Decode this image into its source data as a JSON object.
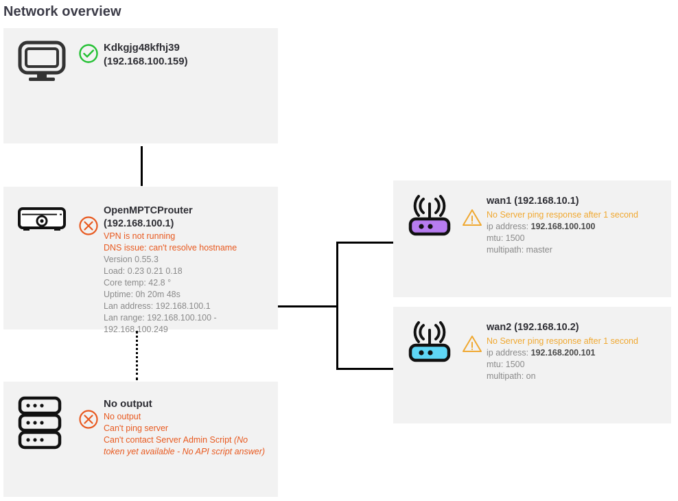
{
  "page": {
    "title": "Network overview"
  },
  "colors": {
    "panel_bg": "#f2f2f2",
    "ok": "#22c032",
    "error": "#e8591f",
    "warning": "#f0a830",
    "wan1_device": "#b77cf0",
    "wan2_device": "#5ed6f5",
    "text": "#8a8a8a",
    "heading": "#2d2d33"
  },
  "nodes": {
    "client": {
      "icon": "monitor-icon",
      "status_icon": "check-circle-icon",
      "status": "ok",
      "title_line1": "Kdkgjg48kfhj39",
      "title_line2": "(192.168.100.159)"
    },
    "router": {
      "icon": "modem-icon",
      "status_icon": "error-circle-icon",
      "status": "error",
      "title_line1": "OpenMPTCProuter",
      "title_line2": "(192.168.100.1)",
      "lines": [
        {
          "text": "VPN is not running",
          "style": "err"
        },
        {
          "text": "DNS issue: can't resolve hostname",
          "style": "err"
        },
        {
          "text": "Version 0.55.3",
          "style": "info"
        },
        {
          "text": "Load: 0.23 0.21 0.18",
          "style": "info"
        },
        {
          "text": "Core temp: 42.8 °",
          "style": "info"
        },
        {
          "text": "Uptime: 0h 20m 48s",
          "style": "info"
        },
        {
          "text": "Lan address: 192.168.100.1",
          "style": "info"
        },
        {
          "text": "Lan range: 192.168.100.100 - 192.168.100.249",
          "style": "info"
        }
      ]
    },
    "server": {
      "icon": "server-stack-icon",
      "status_icon": "error-circle-icon",
      "status": "error",
      "title": "No output",
      "lines": [
        {
          "text": "No output",
          "style": "err"
        },
        {
          "text": "Can't ping server",
          "style": "err"
        }
      ],
      "admin_line_main": "Can't contact Server Admin Script ",
      "admin_line_italic": "(No token yet available - No API script answer)"
    },
    "wan1": {
      "icon": "wifi-router-icon",
      "status_icon": "warning-triangle-icon",
      "status": "warning",
      "title": "wan1 (192.168.10.1)",
      "warning": "No Server ping response after 1 second",
      "ip_label": "ip address: ",
      "ip_value": "192.168.100.100",
      "mtu": "mtu: 1500",
      "multipath": "multipath: master"
    },
    "wan2": {
      "icon": "wifi-router-icon",
      "status_icon": "warning-triangle-icon",
      "status": "warning",
      "title": "wan2 (192.168.10.2)",
      "warning": "No Server ping response after 1 second",
      "ip_label": "ip address: ",
      "ip_value": "192.168.200.101",
      "mtu": "mtu: 1500",
      "multipath": "multipath: on"
    }
  }
}
